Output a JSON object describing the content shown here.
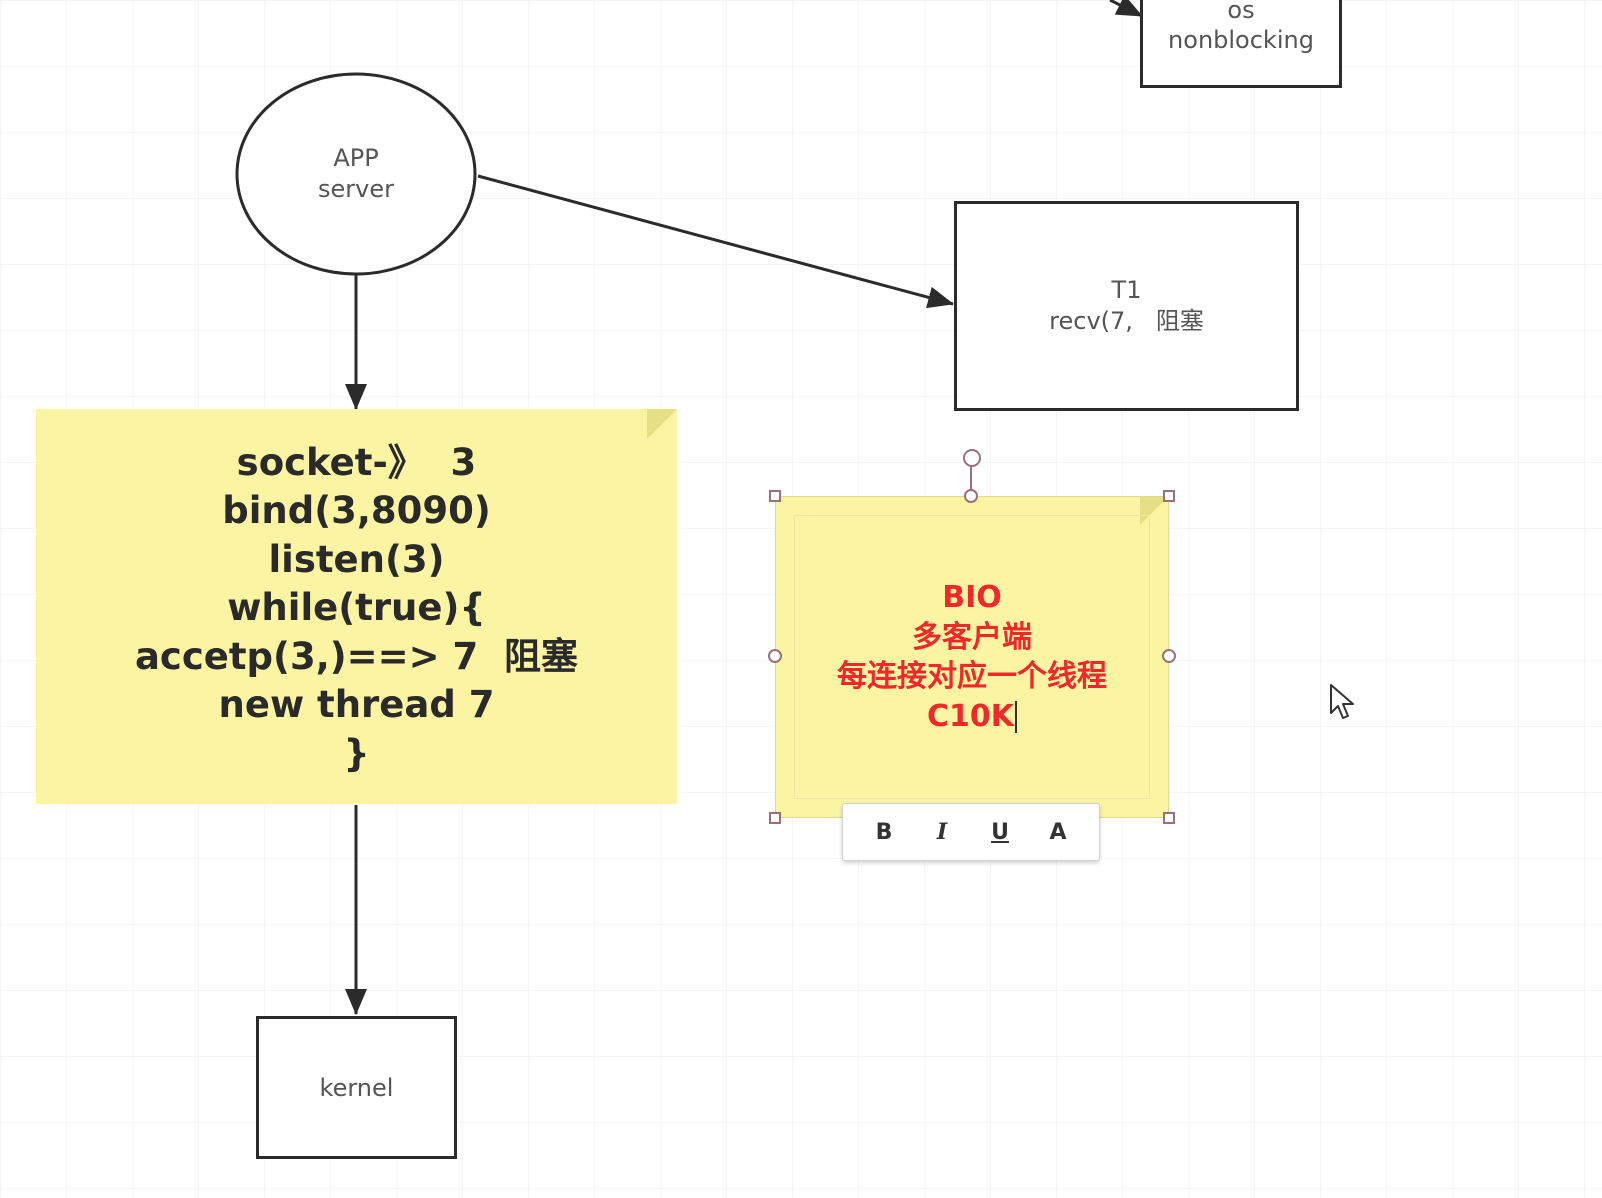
{
  "shapes": {
    "os_box": {
      "lines": [
        "os",
        "nonblocking"
      ]
    },
    "app_server": {
      "lines": [
        "APP",
        "server"
      ]
    },
    "t1_box": {
      "lines": [
        "T1",
        "recv(7,   阻塞"
      ]
    },
    "kernel_box": {
      "label": "kernel"
    },
    "code_note": {
      "lines": [
        "socket-》  3",
        "bind(3,8090)",
        "listen(3)",
        "while(true){",
        "accetp(3,)==> 7  阻塞",
        "new thread 7",
        "}"
      ]
    },
    "bio_note": {
      "lines": [
        "BIO",
        "多客户端",
        "每连接对应一个线程",
        "C10K"
      ]
    }
  },
  "toolbar": {
    "bold": "B",
    "italic": "I",
    "underline": "U",
    "font_color": "A"
  },
  "colors": {
    "note_fill": "#fbf5a3",
    "bio_text": "#f0282a",
    "stroke": "#2b2b2b",
    "selection_handle": "#9c6f7a"
  }
}
